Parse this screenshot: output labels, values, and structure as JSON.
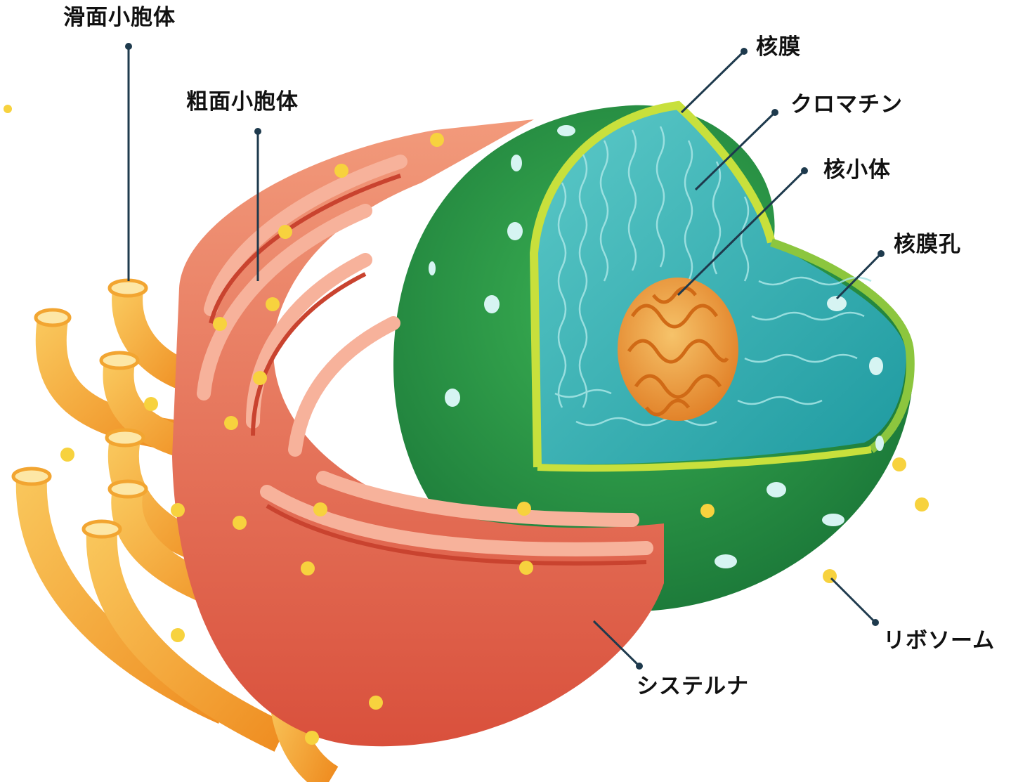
{
  "labels": {
    "smooth_er": "滑面小胞体",
    "rough_er": "粗面小胞体",
    "nuclear_envelope": "核膜",
    "chromatin": "クロマチン",
    "nucleolus": "核小体",
    "nuclear_pore": "核膜孔",
    "ribosome": "リボソーム",
    "cisterna": "システルナ"
  },
  "colors": {
    "leader_line": "#1e3a4d",
    "nucleus_outer": "#2e9e48",
    "nucleus_dark": "#1b7a3a",
    "nucleus_membrane": "#c8e03c",
    "nucleoplasm": "#3fb3b8",
    "nucleolus": "#e8962e",
    "rough_er": "#e86a52",
    "rough_er_light": "#f39a7f",
    "smooth_er": "#f4a83a",
    "ribosome": "#f7d23e"
  }
}
